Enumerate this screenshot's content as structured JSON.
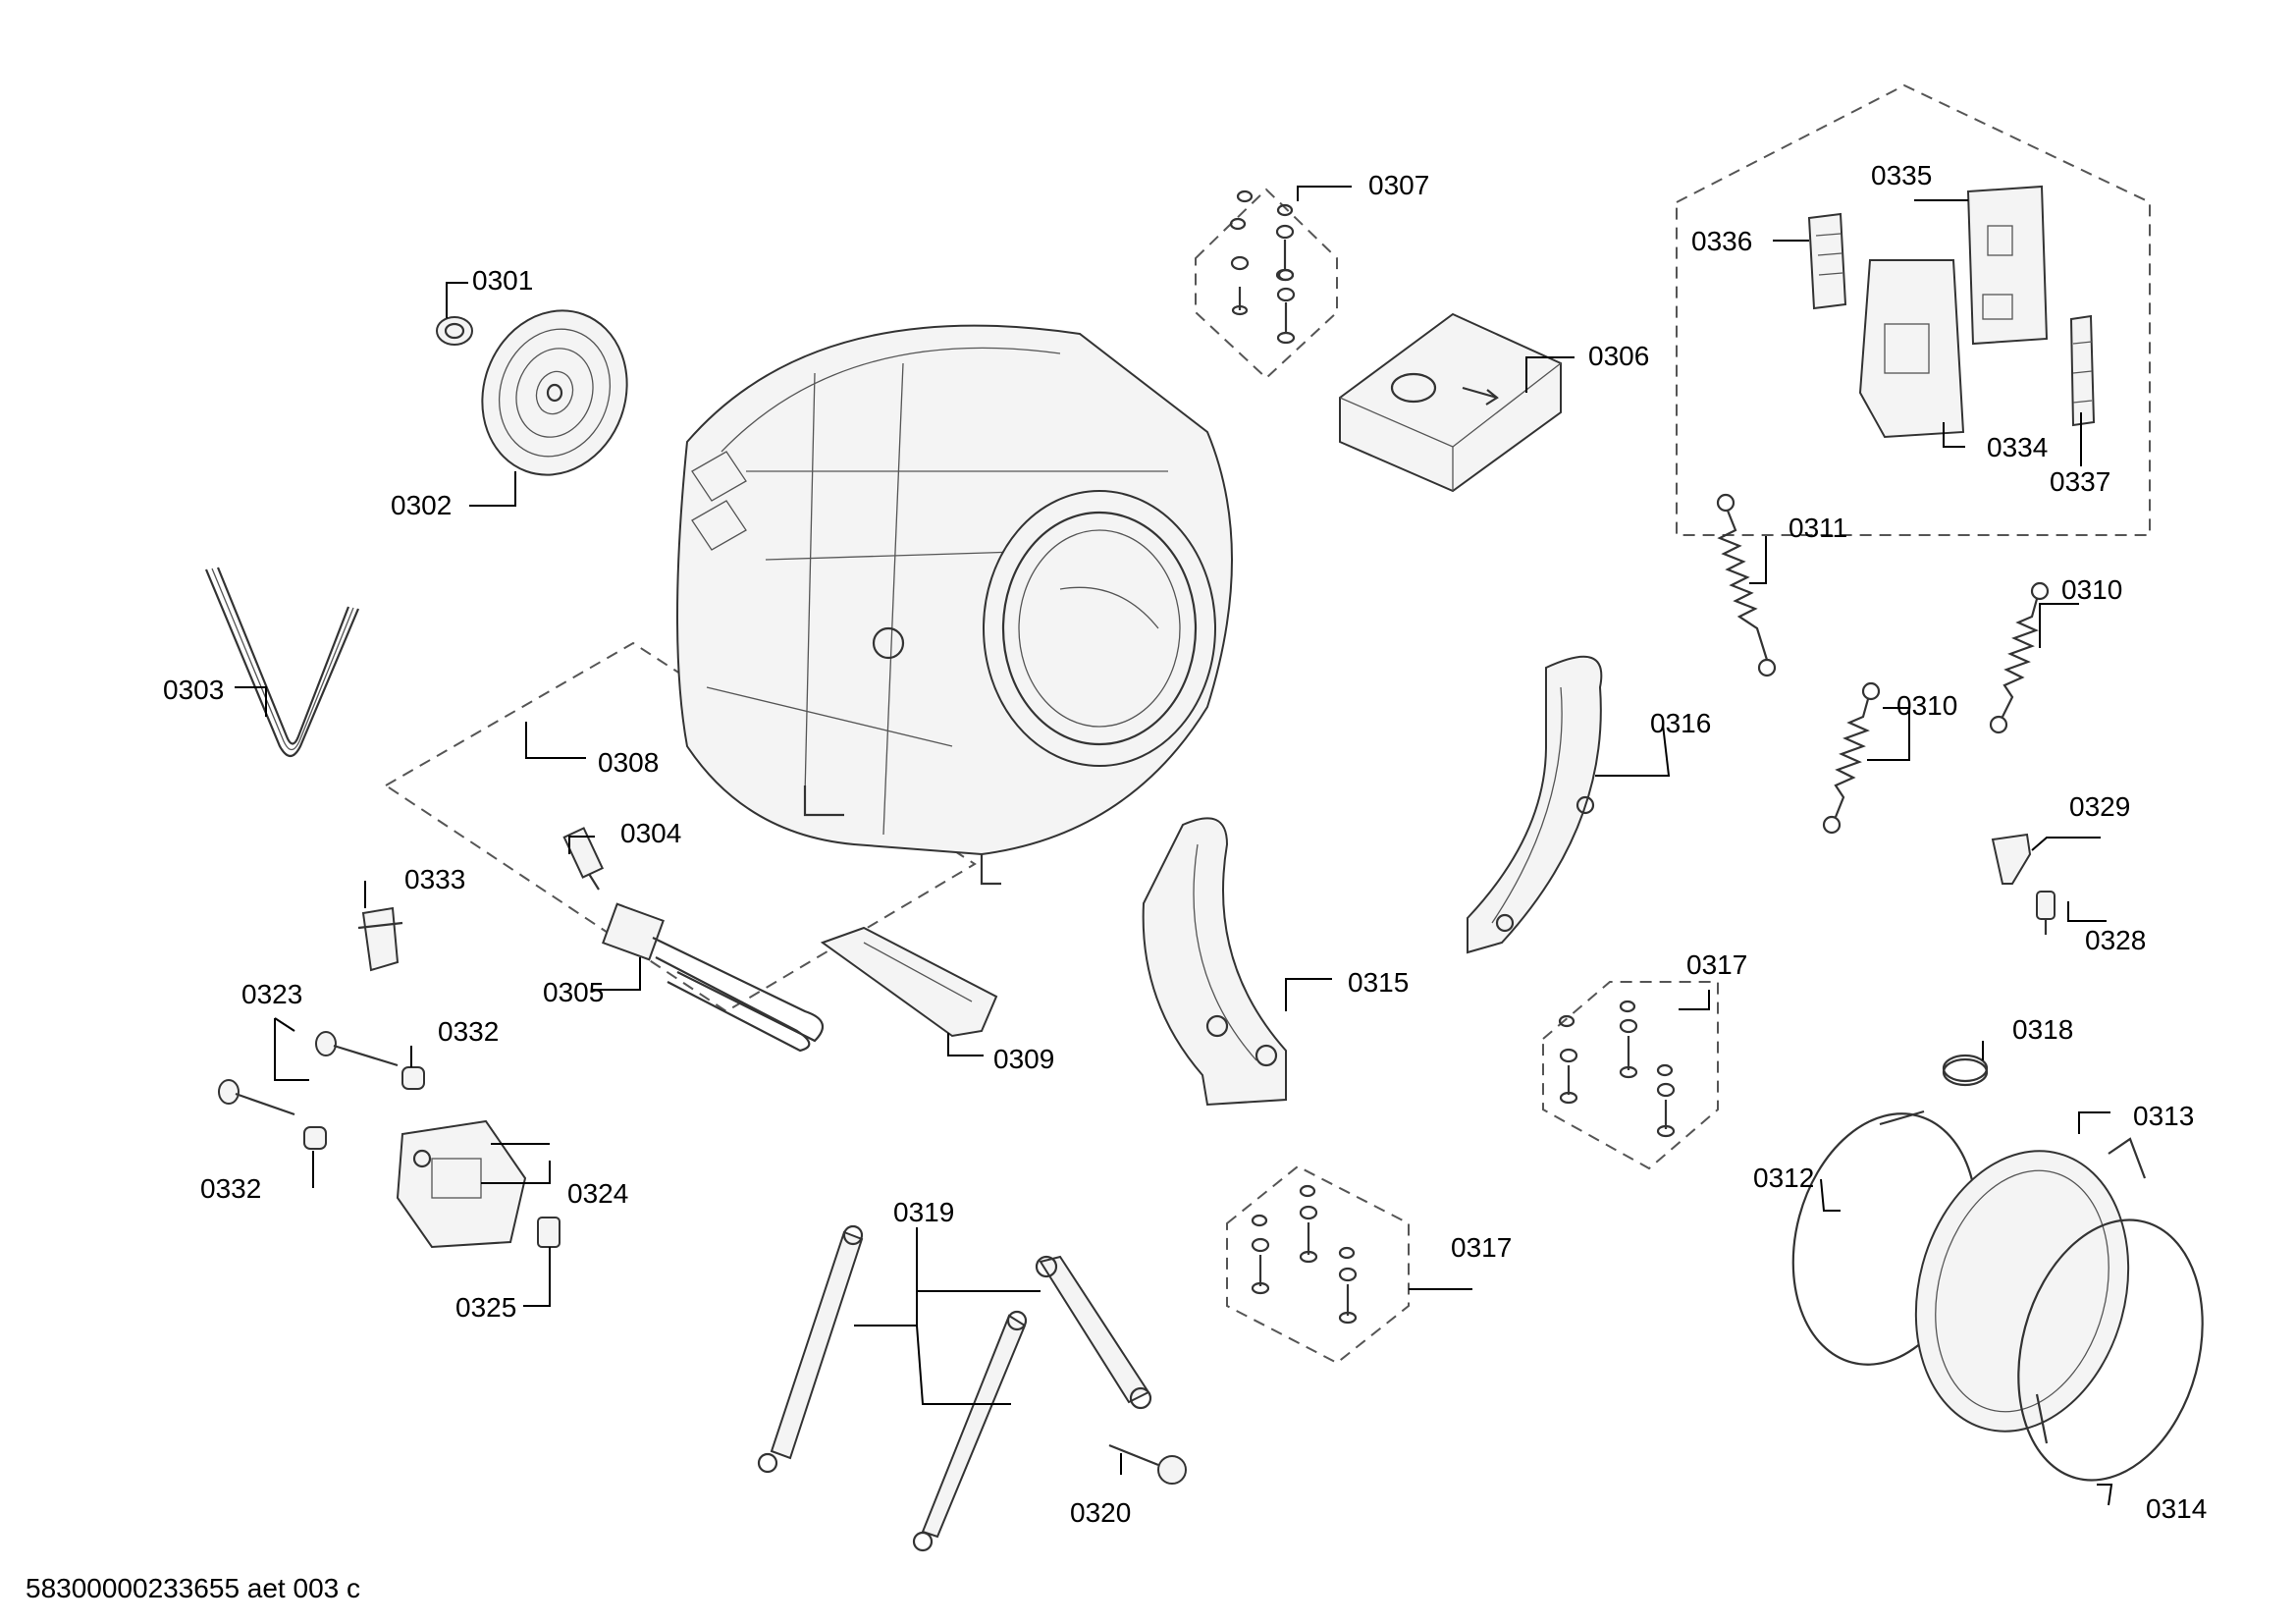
{
  "labels": {
    "p0301": "0301",
    "p0302": "0302",
    "p0303": "0303",
    "p0304": "0304",
    "p0305": "0305",
    "p0306": "0306",
    "p0307": "0307",
    "p0308": "0308",
    "p0309": "0309",
    "p0310a": "0310",
    "p0310b": "0310",
    "p0311": "0311",
    "p0312": "0312",
    "p0313": "0313",
    "p0314": "0314",
    "p0315": "0315",
    "p0316": "0316",
    "p0317a": "0317",
    "p0317b": "0317",
    "p0318": "0318",
    "p0319": "0319",
    "p0320": "0320",
    "p0323": "0323",
    "p0324": "0324",
    "p0325": "0325",
    "p0328": "0328",
    "p0329": "0329",
    "p0332a": "0332",
    "p0332b": "0332",
    "p0333": "0333",
    "p0334": "0334",
    "p0335": "0335",
    "p0336": "0336",
    "p0337": "0337"
  },
  "footer": "58300000233655 aet 003 c"
}
